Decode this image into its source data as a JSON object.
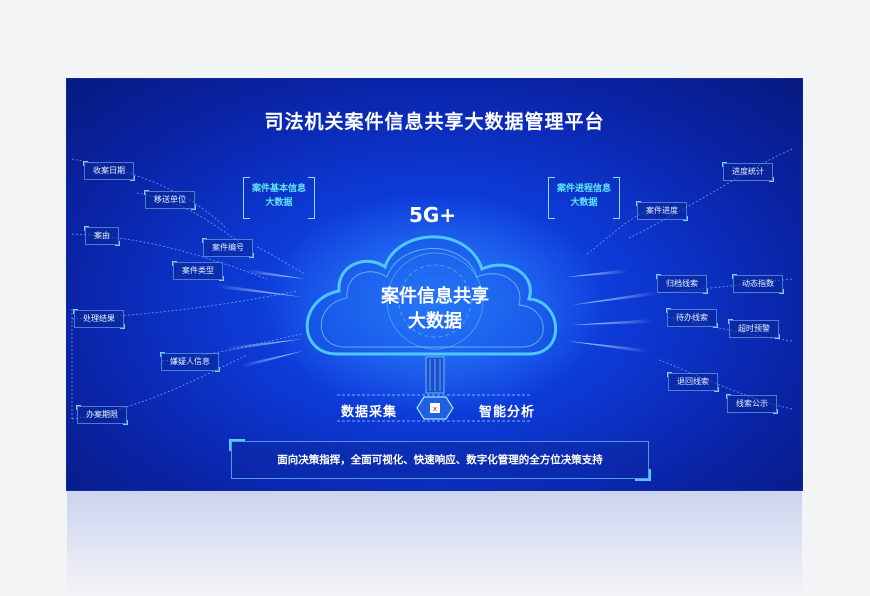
{
  "title": "司法机关案件信息共享大数据管理平台",
  "brackets": {
    "left": {
      "line1": "案件基本信息",
      "line2": "大数据"
    },
    "right": {
      "line1": "案件进程信息",
      "line2": "大数据"
    }
  },
  "network_label": "5G+",
  "cloud": {
    "line1": "案件信息共享",
    "line2": "大数据"
  },
  "left_tags": [
    "收案日期",
    "移送单位",
    "案由",
    "案件编号",
    "案件类型",
    "处理结果",
    "嫌疑人信息",
    "办案期限"
  ],
  "right_tags": [
    "进度统计",
    "案件进度",
    "归档线索",
    "动态指数",
    "待办线索",
    "超时预警",
    "退回线索",
    "线索公示"
  ],
  "bottom": {
    "left": "数据采集",
    "right": "智能分析"
  },
  "slogan": "面向决策指挥，全面可视化、快速响应、数字化管理的全方位决策支持",
  "colors": {
    "background": "#0d3bd8",
    "accent": "#5fe4ff",
    "text": "#ffffff"
  }
}
